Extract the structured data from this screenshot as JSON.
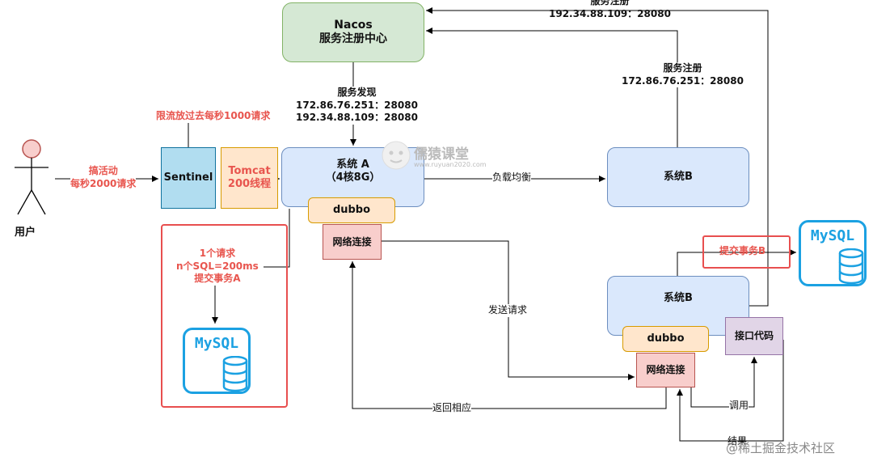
{
  "nodes": {
    "nacos": {
      "line1": "Nacos",
      "line2": "服务注册中心"
    },
    "user": {
      "label": "用户"
    },
    "sentinel": {
      "label": "Sentinel"
    },
    "tomcat": {
      "line1": "Tomcat",
      "line2": "200线程"
    },
    "system_a": {
      "line1": "系统 A",
      "line2": "（4核8G）"
    },
    "dubbo_a": {
      "label": "dubbo"
    },
    "net_a": {
      "label": "网络连接"
    },
    "system_b_top": {
      "label": "系统B"
    },
    "system_b_bottom": {
      "label": "系统B"
    },
    "dubbo_b": {
      "label": "dubbo"
    },
    "net_b": {
      "label": "网络连接"
    },
    "interface_code": {
      "label": "接口代码"
    },
    "mysql_left": {
      "label": "MySQL"
    },
    "mysql_right": {
      "label": "MySQL"
    }
  },
  "labels": {
    "activity": {
      "line1": "搞活动",
      "line2": "每秒2000请求"
    },
    "rate_limit": "限流放过去每秒1000请求",
    "discovery": {
      "line1": "服务发现",
      "line2": "172.86.76.251：28080",
      "line3": "192.34.88.109：28080"
    },
    "register_top": {
      "line1": "服务注册",
      "line2": "192.34.88.109：28080"
    },
    "register_mid": {
      "line1": "服务注册",
      "line2": "172.86.76.251：28080"
    },
    "load_balance": "负载均衡",
    "transaction_a": {
      "line1": "1个请求",
      "line2": "n个SQL=200ms",
      "line3": "提交事务A"
    },
    "transaction_b": "提交事务B",
    "send_request": "发送请求",
    "return_response": "返回相应",
    "invoke": "调用",
    "result": "结果"
  },
  "watermarks": {
    "brand": "儒猿课堂",
    "site": "www.ruyuan2020.com",
    "footer": "@稀土掘金技术社区"
  },
  "colors": {
    "green_fill": "#d5e8d4",
    "blue_fill": "#dae8fc",
    "orange_fill": "#ffe6cc",
    "red_fill": "#f8cecc",
    "purple_fill": "#e1d5e7",
    "accent_red": "#e8554e",
    "mysql_blue": "#1ba1e2"
  }
}
